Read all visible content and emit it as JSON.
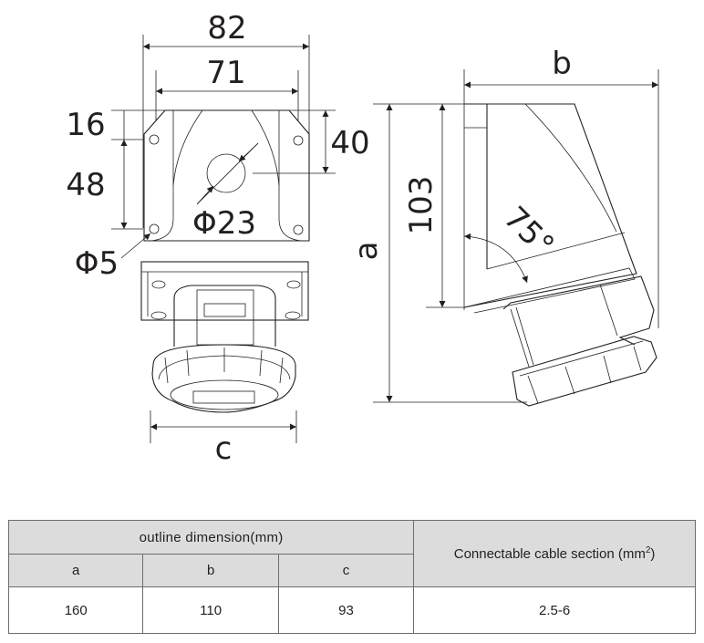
{
  "front_view": {
    "dims": {
      "overall_width": "82",
      "hole_spacing_width": "71",
      "top_offset": "16",
      "hole_spacing_height": "48",
      "center_offset": "40",
      "cable_entry_diameter": "Φ23",
      "mounting_hole_diameter": "Φ5",
      "width_label": "c"
    }
  },
  "side_view": {
    "dims": {
      "depth_label": "b",
      "height_label": "a",
      "body_height": "103",
      "tilt_angle": "75°"
    }
  },
  "table": {
    "group_header": "outline dimension(mm)",
    "cable_header": "Connectable cable section",
    "cable_unit_prefix": "(mm",
    "cable_unit_sup": "2",
    "cable_unit_suffix": ")",
    "columns": [
      "a",
      "b",
      "c"
    ],
    "values": [
      "160",
      "110",
      "93"
    ],
    "cable_value": "2.5-6"
  },
  "colors": {
    "line": "#231f20",
    "header_bg": "#dcdcdc",
    "border": "#6d6d6d"
  }
}
